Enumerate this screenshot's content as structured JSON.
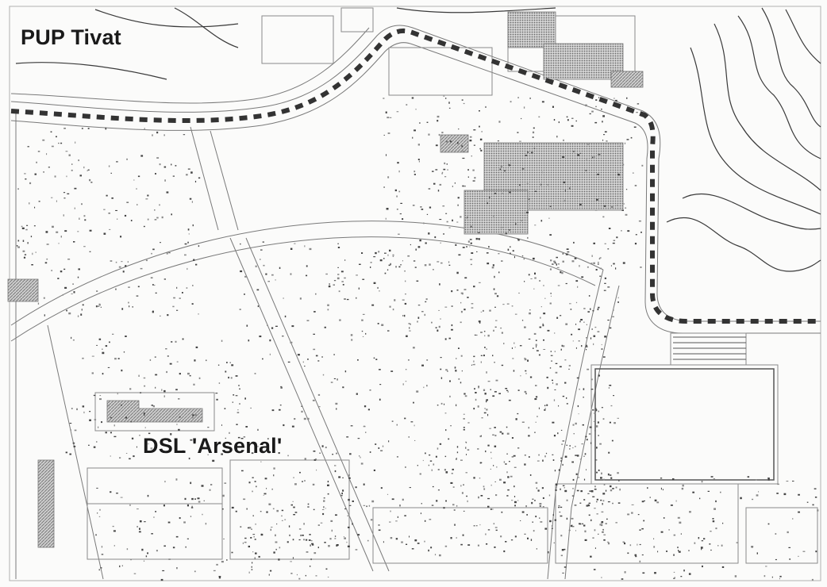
{
  "map": {
    "labels": {
      "upper_left": "PUP Tivat",
      "center": "DSL 'Arsenal'"
    },
    "colors": {
      "background": "#fbfbfa",
      "linework": "#6e6e6e",
      "contour": "#3a3a3a",
      "boundary_dash": "#333333",
      "hatch": "#8c8c8c",
      "text": "#1a1a1a"
    },
    "legend_items": [],
    "boundary_style": "dashed-heavy"
  }
}
